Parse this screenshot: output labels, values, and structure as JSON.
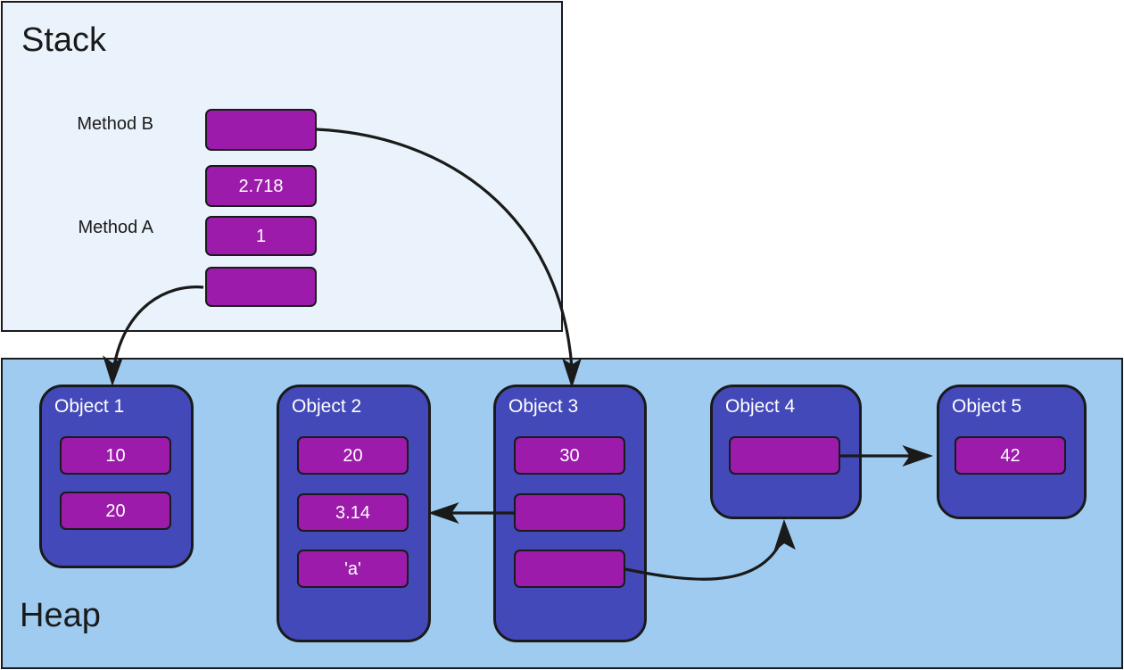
{
  "diagram": {
    "stack": {
      "title": "Stack",
      "frames": [
        {
          "label": "Method B"
        },
        {
          "label": "Method A"
        }
      ],
      "slots": [
        {
          "value": "",
          "frame": "Method B",
          "is_reference": true
        },
        {
          "value": "2.718",
          "frame": "Method A",
          "is_reference": false
        },
        {
          "value": "1",
          "frame": "Method A",
          "is_reference": false
        },
        {
          "value": "",
          "frame": "Method A",
          "is_reference": true
        }
      ]
    },
    "heap": {
      "title": "Heap",
      "objects": [
        {
          "title": "Object 1",
          "slots": [
            {
              "value": "10"
            },
            {
              "value": "20"
            }
          ]
        },
        {
          "title": "Object 2",
          "slots": [
            {
              "value": "20"
            },
            {
              "value": "3.14"
            },
            {
              "value": "'a'"
            }
          ]
        },
        {
          "title": "Object 3",
          "slots": [
            {
              "value": "30"
            },
            {
              "value": ""
            },
            {
              "value": ""
            }
          ]
        },
        {
          "title": "Object 4",
          "slots": [
            {
              "value": ""
            }
          ]
        },
        {
          "title": "Object 5",
          "slots": [
            {
              "value": "42"
            }
          ]
        }
      ]
    },
    "arrows": [
      {
        "name": "method-b-slot-to-object-3",
        "from": "Method B reference slot",
        "to": "Object 3"
      },
      {
        "name": "method-a-slot-to-object-1",
        "from": "Method A reference slot",
        "to": "Object 1"
      },
      {
        "name": "object-3-slot-2-to-object-2",
        "from": "Object 3 slot 2",
        "to": "Object 2"
      },
      {
        "name": "object-3-slot-3-to-object-4",
        "from": "Object 3 slot 3",
        "to": "Object 4"
      },
      {
        "name": "object-4-slot-1-to-object-5",
        "from": "Object 4 slot 1",
        "to": "Object 5"
      }
    ]
  },
  "colors": {
    "stack_background": "#eaf2fb",
    "heap_background": "#9fcbf0",
    "object_fill": "#4449b9",
    "slot_fill": "#9c1bab",
    "stroke": "#1a1a1a",
    "slot_text": "#ffffff",
    "region_text": "#1a1a1a"
  }
}
